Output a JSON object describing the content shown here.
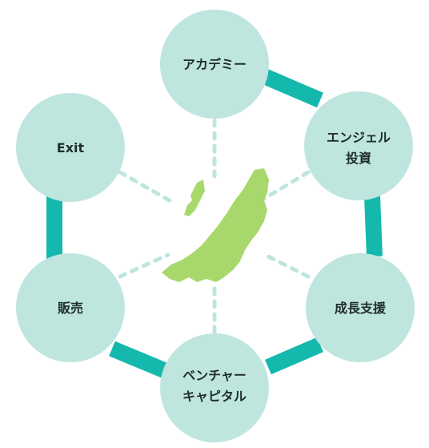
{
  "nodes": [
    {
      "lines": [
        "アカデミー"
      ]
    },
    {
      "lines": [
        "エンジェル",
        "投資"
      ]
    },
    {
      "lines": [
        "成長支援"
      ]
    },
    {
      "lines": [
        "ベンチャー",
        "キャピタル"
      ]
    },
    {
      "lines": [
        "販売"
      ]
    },
    {
      "lines": [
        "Exit"
      ]
    }
  ],
  "colors": {
    "circle_fill": "#bfe5df",
    "ring": "#15b8ad",
    "dash": "#bfe5df",
    "map": "#a8d86c",
    "text": "#1f2d2b"
  },
  "map_icon": "niigata-prefecture-map"
}
